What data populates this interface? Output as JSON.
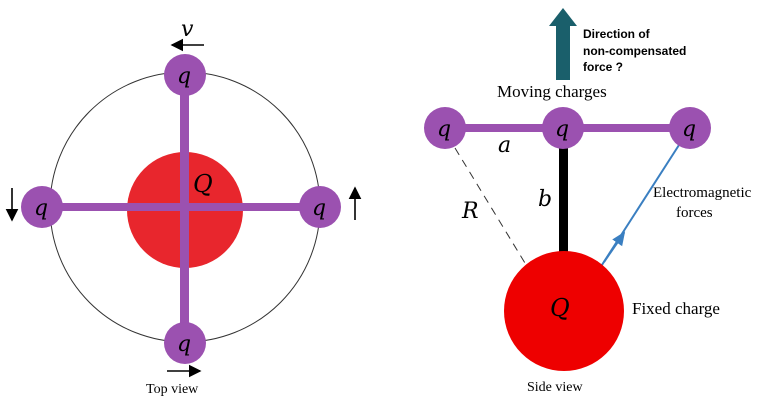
{
  "top_view": {
    "velocity_symbol": "v",
    "charge_top": "q",
    "charge_left": "q",
    "charge_right": "q",
    "charge_bottom": "q",
    "center_charge": "Q",
    "caption": "Top view"
  },
  "side_view": {
    "force_question_line1": "Direction of",
    "force_question_line2": "non-compensated",
    "force_question_line3": "force ?",
    "moving_label": "Moving charges",
    "charge_left": "q",
    "charge_center": "q",
    "charge_right": "q",
    "symbol_a": "a",
    "symbol_b": "b",
    "symbol_R": "R",
    "em_label_line1": "Electromagnetic",
    "em_label_line2": "forces",
    "center_charge": "Q",
    "fixed_label": "Fixed charge",
    "caption": "Side view"
  },
  "colors": {
    "charge_q": "#9b51b0",
    "charge_Q": "#e8262d",
    "rod": "#9b51b0",
    "support": "#000000",
    "force_arrow": "#1a5f6b",
    "em_force": "#3a7fc1"
  }
}
